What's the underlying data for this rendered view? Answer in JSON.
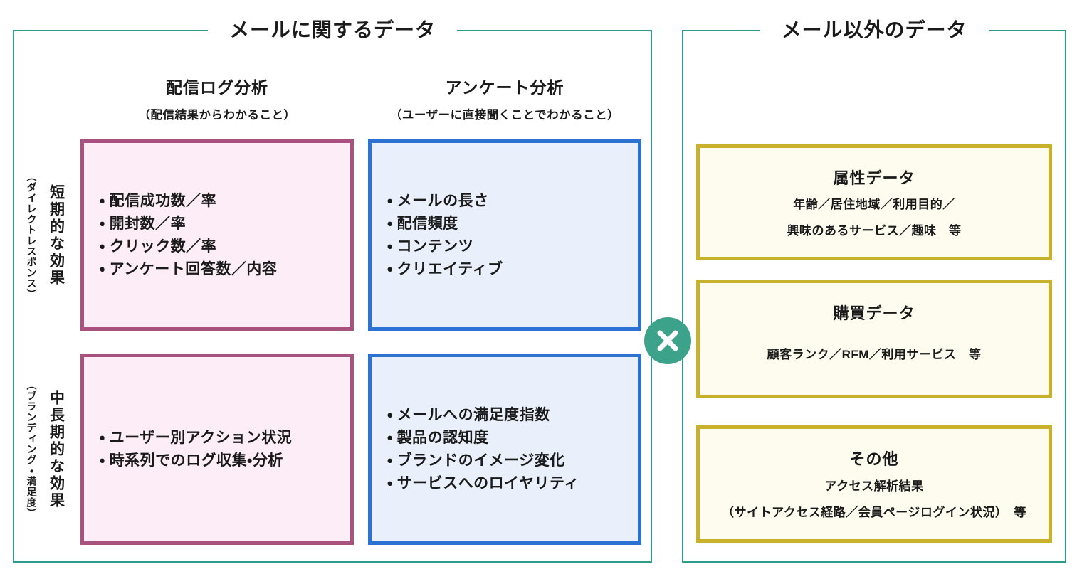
{
  "left_panel": {
    "title": "メールに関するデータ",
    "bullet": "・",
    "columns": [
      {
        "title": "配信ログ分析",
        "subtitle": "（配信結果からわかること）"
      },
      {
        "title": "アンケート分析",
        "subtitle": "（ユーザーに直接聞くことでわかること）"
      }
    ],
    "rows": [
      {
        "label": "短期的な効果",
        "sublabel": "（ダイレクトレスポンス）"
      },
      {
        "label": "中長期的な効果",
        "sublabel": "（ブランディング・満足度）"
      }
    ],
    "cells": {
      "short_term_log": {
        "items": [
          "配信成功数／率",
          "開封数／率",
          "クリック数／率",
          "アンケート回答数／内容"
        ]
      },
      "short_term_survey": {
        "items": [
          "メールの長さ",
          "配信頻度",
          "コンテンツ",
          "クリエイティブ"
        ]
      },
      "mid_long_term_log": {
        "items": [
          "ユーザー別アクション状況",
          "時系列でのログ収集・分析"
        ]
      },
      "mid_long_term_survey": {
        "items": [
          "メールへの満足度指数",
          "製品の認知度",
          "ブランドのイメージ変化",
          "サービスへのロイヤリティ"
        ]
      }
    }
  },
  "connector": {
    "icon": "multiply-icon",
    "symbol": "×"
  },
  "right_panel": {
    "title": "メール以外のデータ",
    "boxes": [
      {
        "title": "属性データ",
        "lines": [
          "年齢／居住地域／利用目的／",
          "興味のあるサービス／趣味　等"
        ]
      },
      {
        "title": "購買データ",
        "lines": [
          "顧客ランク／RFM／利用サービス　等"
        ]
      },
      {
        "title": "その他",
        "lines": [
          "アクセス解析結果",
          "（サイトアクセス経路／会員ページログイン状況）　等"
        ]
      }
    ]
  },
  "colors": {
    "frame_teal": "#2E9B8B",
    "multiply_green": "#3DA28A",
    "log_border": "#A9517F",
    "log_bg": "#FCEDF6",
    "survey_border": "#2B72D3",
    "survey_bg": "#E9F0FB",
    "other_border": "#C9B22B",
    "other_bg": "#FDFCEF",
    "text": "#1A1A1A"
  }
}
